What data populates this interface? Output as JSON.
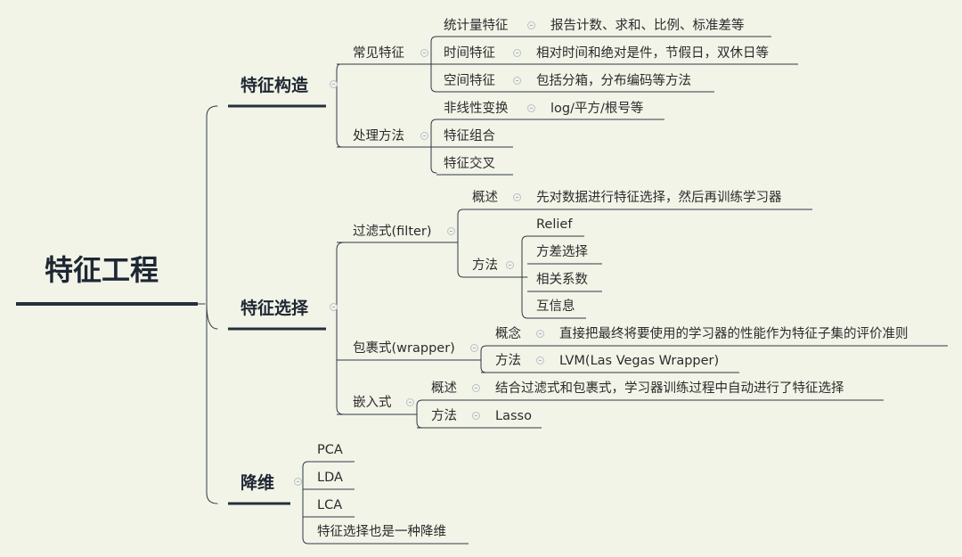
{
  "mindmap": {
    "root": "特征工程",
    "construct": {
      "title": "特征构造",
      "common": {
        "label": "常见特征",
        "stat": {
          "label": "统计量特征",
          "desc": "报告计数、求和、比例、标准差等"
        },
        "time": {
          "label": "时间特征",
          "desc": "相对时间和绝对是件，节假日，双休日等"
        },
        "space": {
          "label": "空间特征",
          "desc": "包括分箱，分布编码等方法"
        }
      },
      "method": {
        "label": "处理方法",
        "nonlinear": {
          "label": "非线性变换",
          "desc": "log/平方/根号等"
        },
        "combine": "特征组合",
        "cross": "特征交叉"
      }
    },
    "select": {
      "title": "特征选择",
      "filter": {
        "label": "过滤式(filter)",
        "concept": {
          "label": "概述",
          "desc": "先对数据进行特征选择，然后再训练学习器"
        },
        "method": {
          "label": "方法",
          "items": [
            "Relief",
            "方差选择",
            "相关系数",
            "互信息"
          ]
        }
      },
      "wrapper": {
        "label": "包裹式(wrapper)",
        "concept": {
          "label": "概念",
          "desc": "直接把最终将要使用的学习器的性能作为特征子集的评价准则"
        },
        "method": {
          "label": "方法",
          "desc": "LVM(Las Vegas Wrapper)"
        }
      },
      "embedded": {
        "label": "嵌入式",
        "concept": {
          "label": "概述",
          "desc": "结合过滤式和包裹式，学习器训练过程中自动进行了特征选择"
        },
        "method": {
          "label": "方法",
          "desc": "Lasso"
        }
      }
    },
    "reduce": {
      "title": "降维",
      "items": [
        "PCA",
        "LDA",
        "LCA",
        "特征选择也是一种降维"
      ]
    }
  },
  "colors": {
    "background": "#f2f4e8",
    "line": "#2f3a44",
    "main_underline": "#24303c"
  }
}
